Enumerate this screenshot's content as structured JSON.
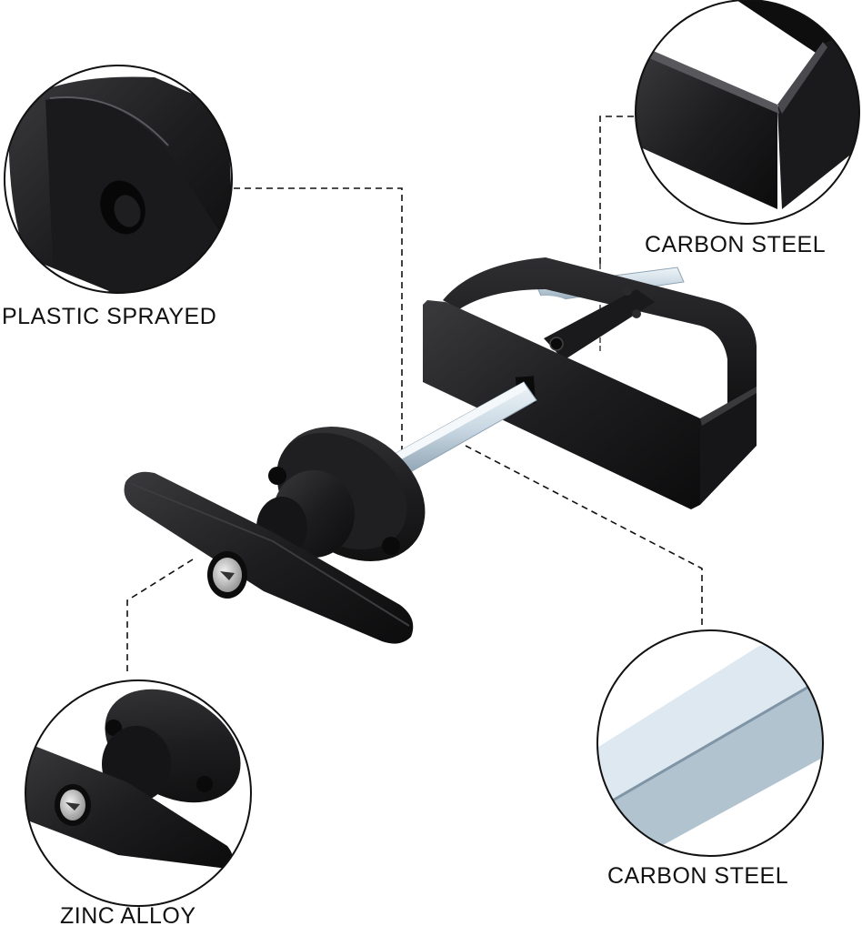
{
  "image": {
    "subject": "T-handle lock with square spindle and mounting bracket",
    "background": "#ffffff"
  },
  "callouts": [
    {
      "id": "plastic",
      "label": "PLASTIC SPRAYED",
      "detail": "handle base close-up",
      "position": "top-left"
    },
    {
      "id": "carbon_top",
      "label": "CARBON STEEL",
      "detail": "bracket corner close-up",
      "position": "top-right"
    },
    {
      "id": "carbon_bottom",
      "label": "CARBON STEEL",
      "detail": "square spindle close-up",
      "position": "bottom-right"
    },
    {
      "id": "zinc",
      "label": "ZINC ALLOY",
      "detail": "T-handle with key cylinder close-up",
      "position": "bottom-left"
    }
  ],
  "colors": {
    "product_black": "#1c1c1e",
    "steel_light": "#dbe6ee",
    "steel_mid": "#a9bccb",
    "outline": "#111111",
    "label_text": "#111111"
  }
}
